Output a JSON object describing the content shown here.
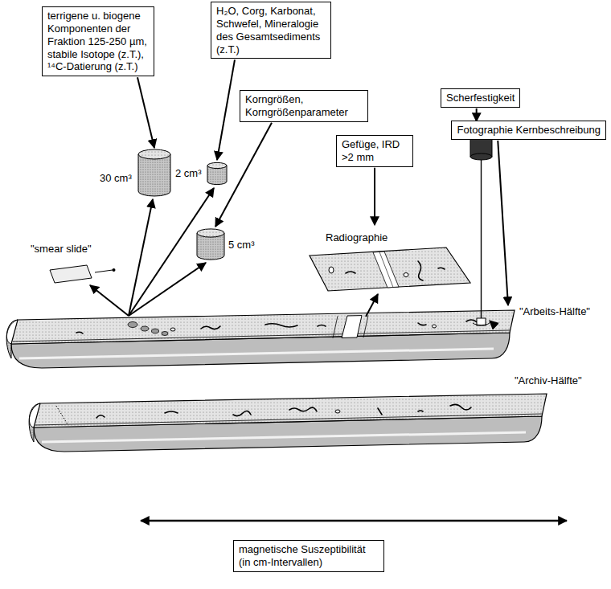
{
  "diagram": {
    "nodes": [
      {
        "text": [
          "terrigene u. biogene Komponenten der Fraktion 125-250 µm, stabile Isotope (z.T.), ¹⁴C-Datierung (z.T.)"
        ]
      },
      {
        "text": [
          "H₂O, Corg, Karbonat, Schwefel, Mineralogie des Gesamtsediments (z.T.)"
        ]
      },
      {
        "text": [
          "Korngrößen, Korngrößenparameter"
        ]
      },
      {
        "text": [
          "Scherfestigkeit"
        ]
      },
      {
        "text": [
          "Gefüge, IRD >2 mm"
        ]
      },
      {
        "text": [
          "Fotographie Kernbeschreibung"
        ]
      },
      {
        "text": [
          "magnetische Suszeptibilität (in cm-Intervallen)"
        ]
      }
    ],
    "labels": [
      "30 cm³",
      "2 cm³",
      "5 cm³",
      "\"smear slide\"",
      "Radiographie",
      "\"Arbeits-Hälfte\"",
      "\"Archiv-Hälfte\""
    ]
  }
}
